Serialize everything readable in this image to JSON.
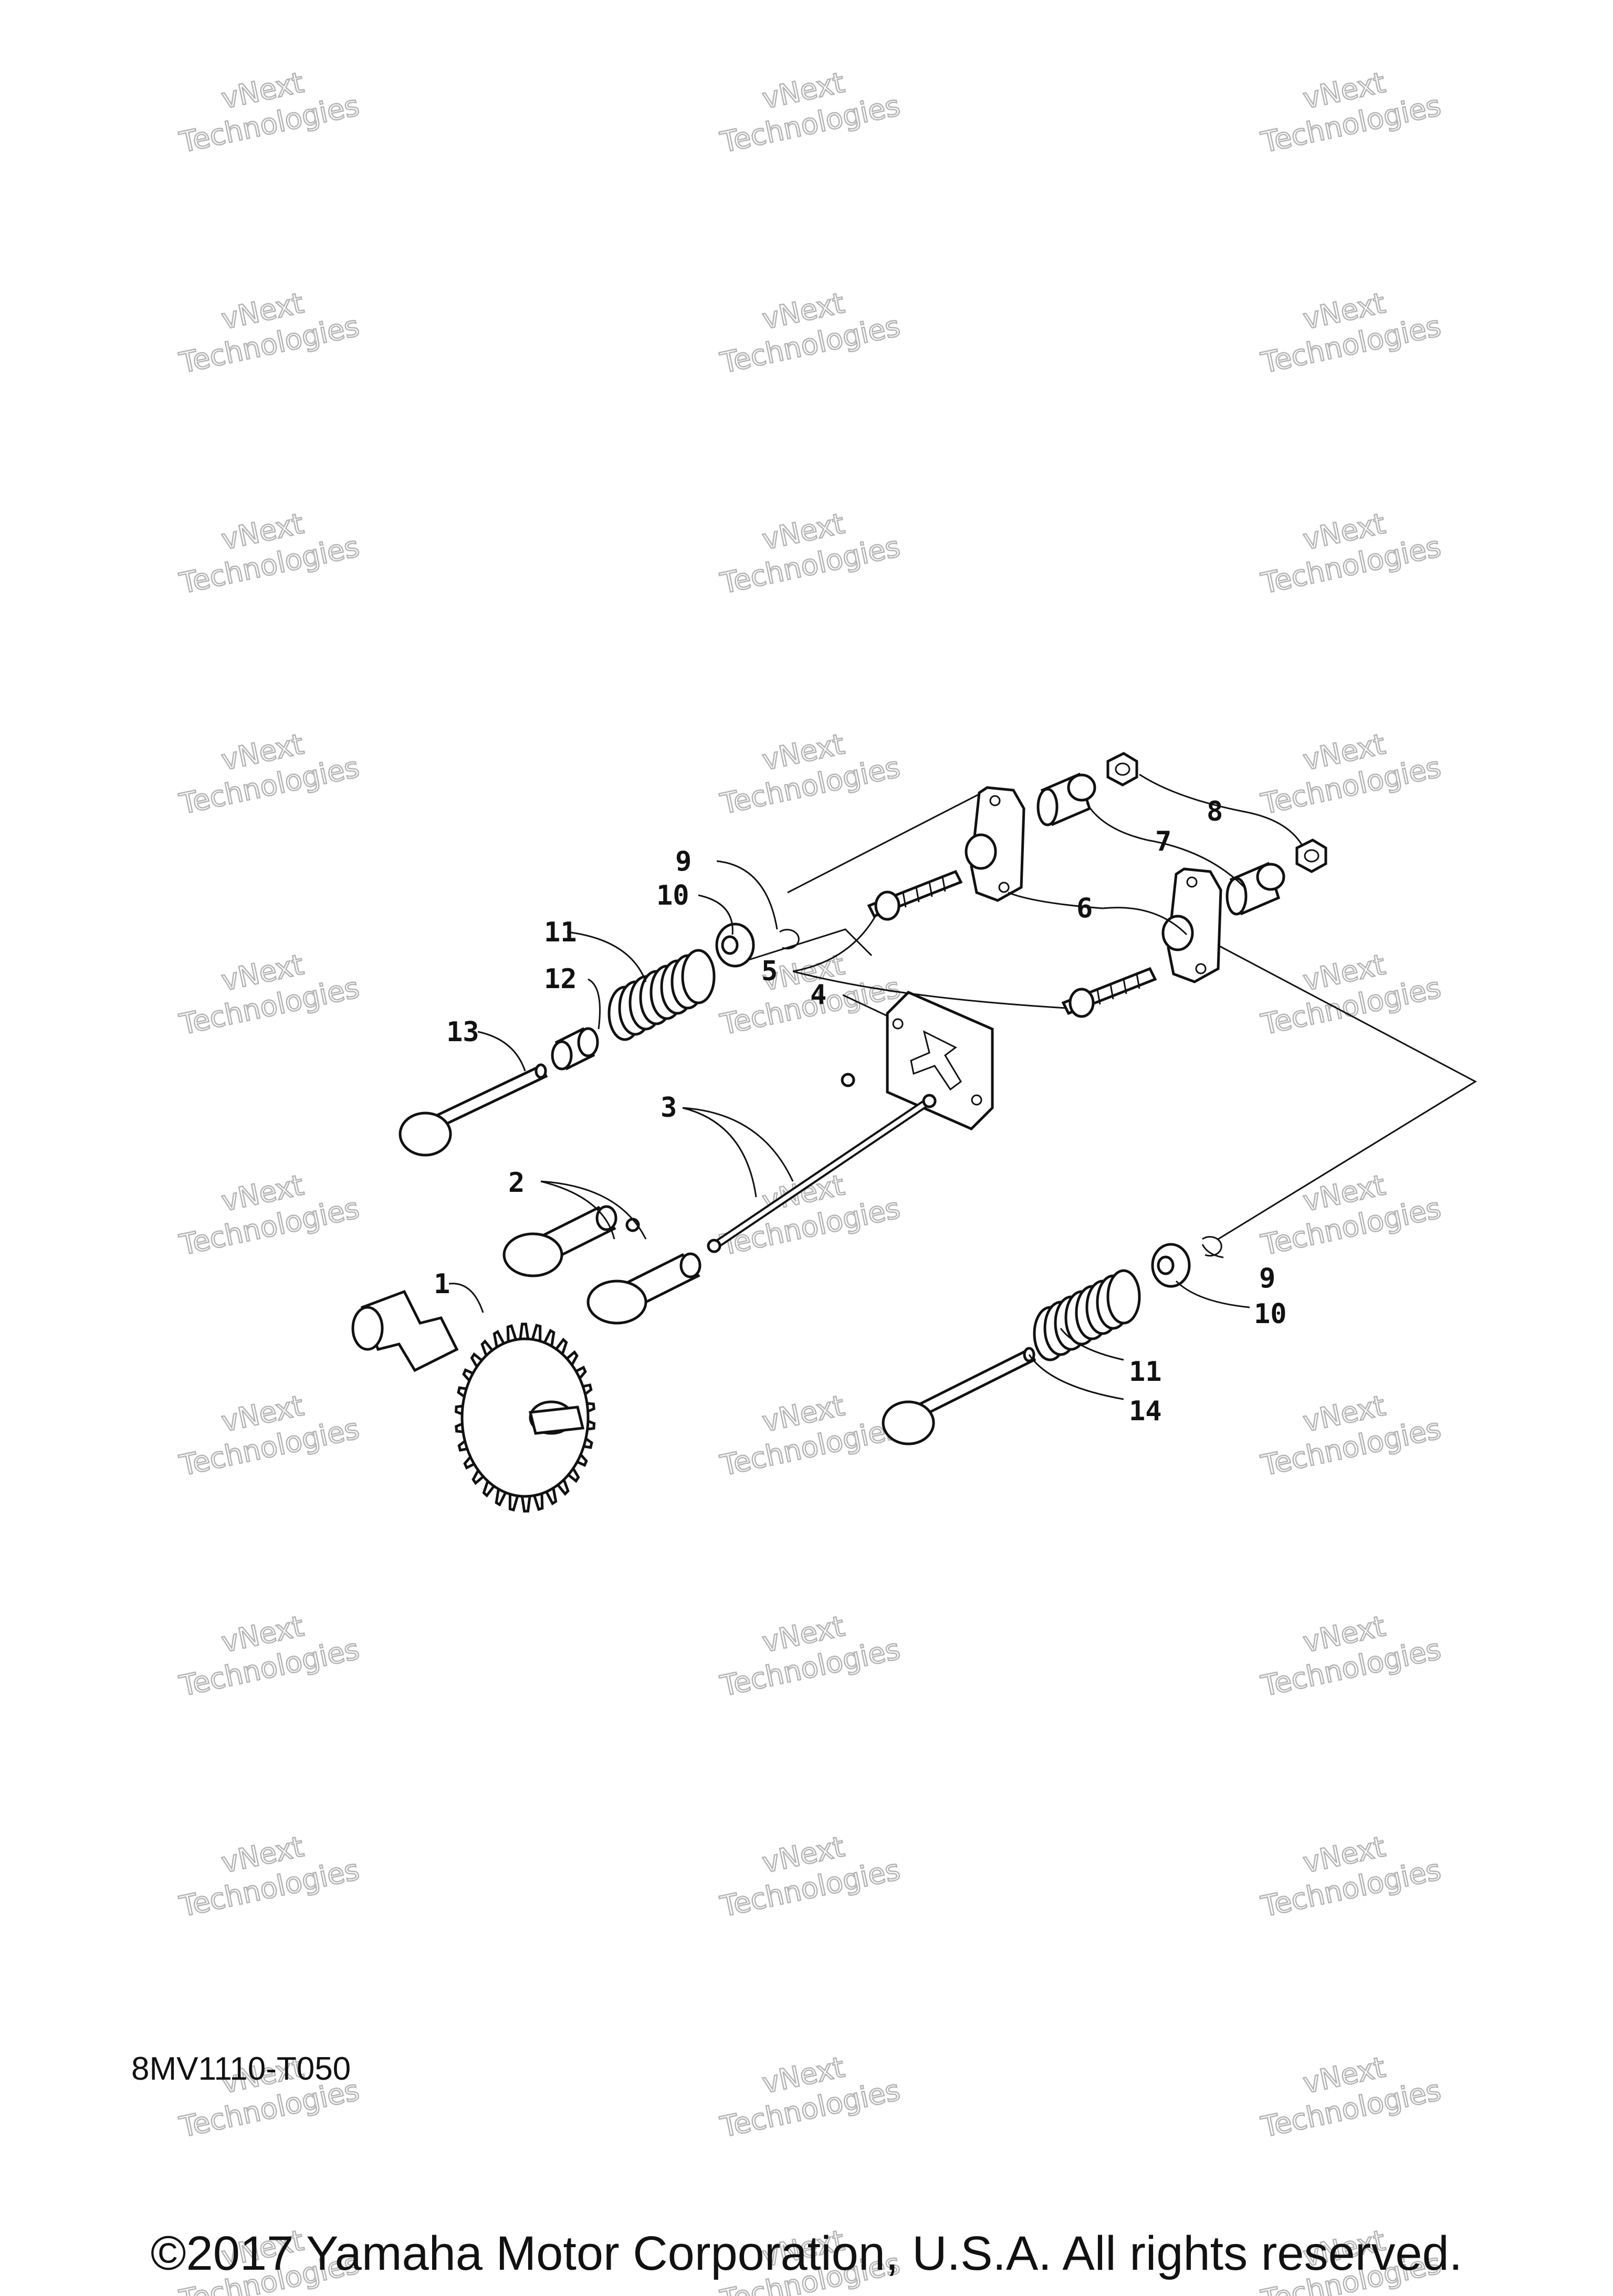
{
  "watermark": {
    "line1": "vNext",
    "line2": "Technologies"
  },
  "callouts": [
    "1",
    "2",
    "3",
    "4",
    "5",
    "6",
    "7",
    "8",
    "9",
    "10",
    "11",
    "12",
    "13",
    "9",
    "10",
    "11",
    "14"
  ],
  "diagram_code": "8MV1110-T050",
  "copyright": "©2017 Yamaha Motor Corporation, U.S.A. All rights reserved."
}
